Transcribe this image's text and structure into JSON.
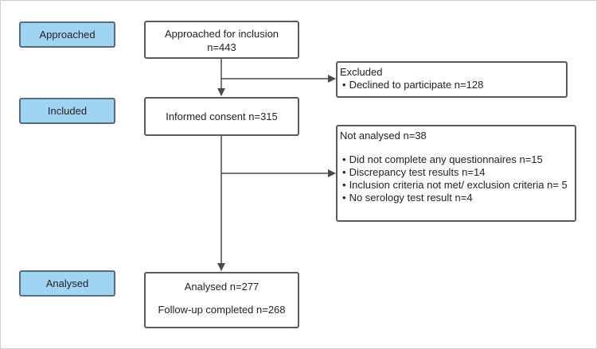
{
  "stages": {
    "approached": "Approached",
    "included": "Included",
    "analysed": "Analysed"
  },
  "flow": {
    "approached": {
      "line1": "Approached for inclusion",
      "line2": "n=443"
    },
    "consent": {
      "label": "Informed consent n=315"
    },
    "analysed": {
      "line1": "Analysed n=277",
      "line2": "Follow-up completed n=268"
    }
  },
  "excluded": {
    "title": "Excluded",
    "items": [
      "Declined to participate n=128"
    ]
  },
  "not_analysed": {
    "title": "Not analysed n=38",
    "items": [
      "Did not complete any questionnaires n=15",
      "Discrepancy test results n=14",
      "Inclusion criteria not met/ exclusion criteria n= 5",
      "No serology test result n=4"
    ]
  },
  "colors": {
    "stage_fill": "#9fd4f2",
    "line": "#4a4a4a"
  }
}
